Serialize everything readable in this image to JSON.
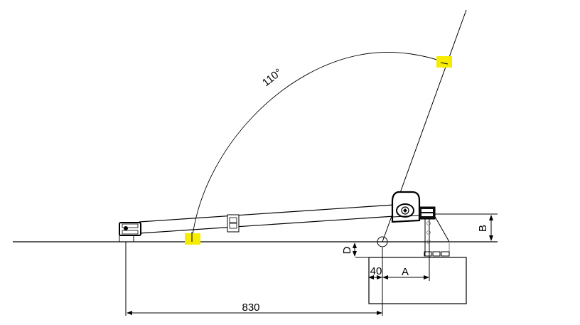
{
  "diagram": {
    "type": "swing-gate-actuator-installation",
    "angle_label": "110°",
    "dimensions": {
      "overall_length": "830",
      "offset_40": "40",
      "label_a": "A",
      "label_b": "B",
      "label_d": "D"
    },
    "colors": {
      "line": "#000000",
      "highlight": "#f5ec00",
      "bracket_gray": "#9a9a9a"
    }
  }
}
